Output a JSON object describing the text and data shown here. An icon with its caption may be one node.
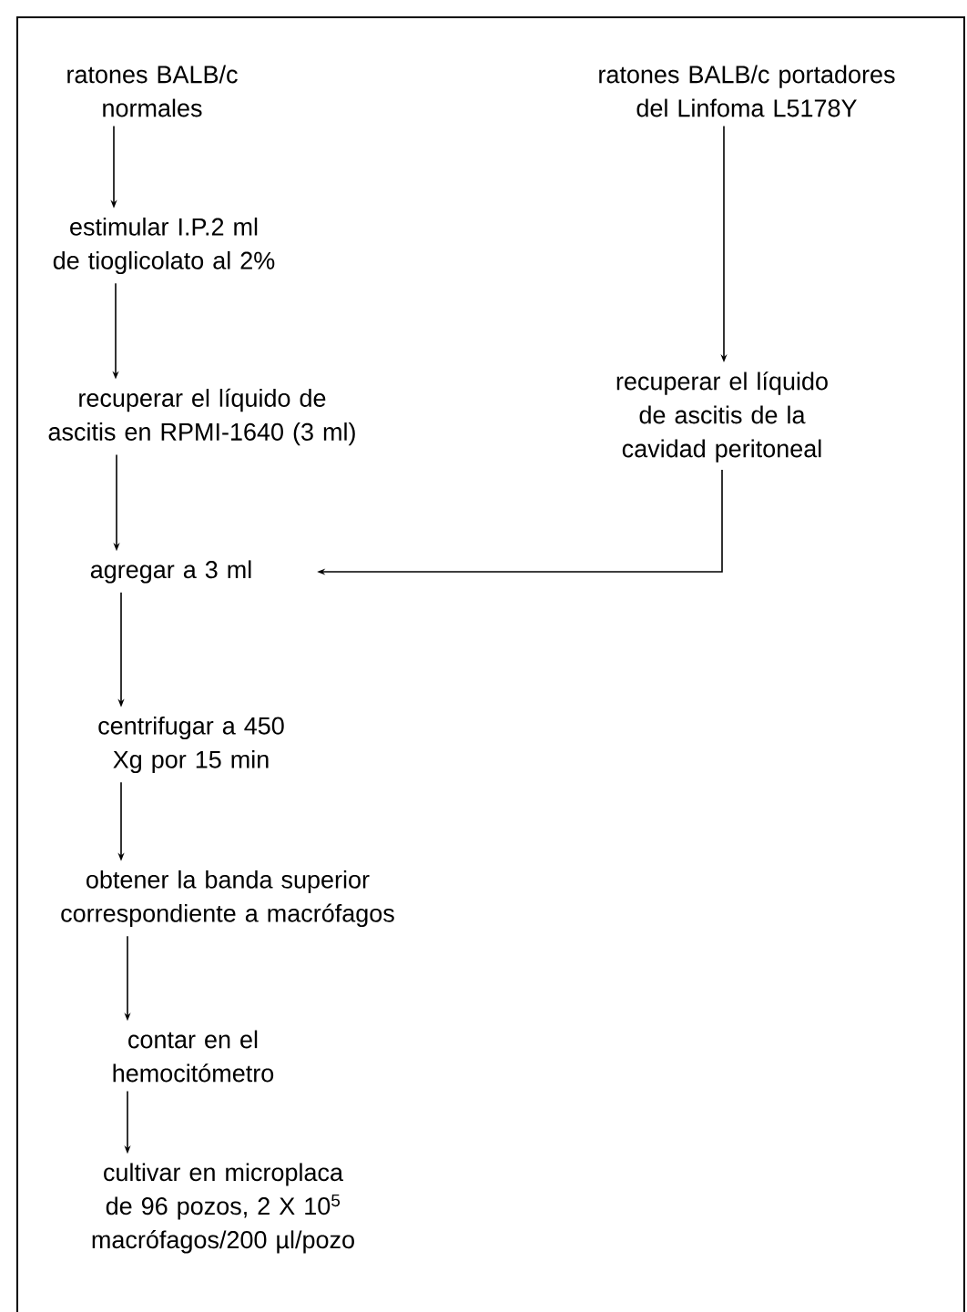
{
  "diagram": {
    "nodes": [
      {
        "text": [
          "ratones BALB/c normales"
        ]
      },
      {
        "text": [
          "estimular I.P.2 ml de tioglicolato al 2%"
        ]
      },
      {
        "text": [
          "recuperar el líquido de ascitis en RPMI-1640 (3 ml)"
        ]
      },
      {
        "text": [
          "agregar a 3 ml"
        ]
      },
      {
        "text": [
          "centrifugar a 450 Xg por 15 min"
        ]
      },
      {
        "text": [
          "obtener la banda superior correspondiente a macrófagos"
        ]
      },
      {
        "text": [
          "contar en el hemocitómetro"
        ]
      },
      {
        "text": [
          "cultivar en microplaca de 96 pozos, 2 X 10$^{5}$ macrófagos/200 µl/pozo"
        ]
      },
      {
        "text": [
          "ratones BALB/c portadores del Linfoma L5178Y"
        ]
      },
      {
        "text": [
          "recuperar el líquido de ascitis de la cavidad peritoneal"
        ]
      }
    ],
    "edges": [
      {
        "from": 0,
        "to": 1,
        "arrow": "to"
      },
      {
        "from": 1,
        "to": 2,
        "arrow": "to"
      },
      {
        "from": 2,
        "to": 3,
        "arrow": "to"
      },
      {
        "from": 3,
        "to": 4,
        "arrow": "to"
      },
      {
        "from": 4,
        "to": 5,
        "arrow": "to"
      },
      {
        "from": 5,
        "to": 6,
        "arrow": "to"
      },
      {
        "from": 6,
        "to": 7,
        "arrow": "to"
      },
      {
        "from": 8,
        "to": 9,
        "arrow": "to"
      },
      {
        "from": 9,
        "to": 3,
        "arrow": "to"
      }
    ]
  }
}
